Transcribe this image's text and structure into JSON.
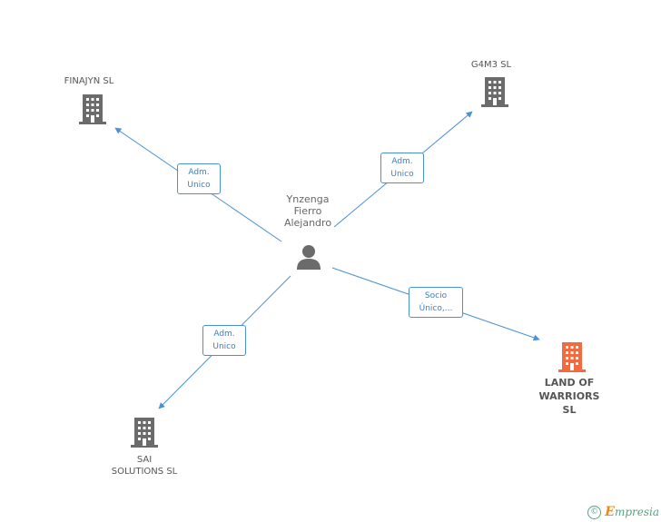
{
  "person": {
    "name_lines": [
      "Ynzenga",
      "Fierro",
      "Alejandro"
    ]
  },
  "companies": {
    "finajyn": {
      "name": "FINAJYN SL"
    },
    "g4m3": {
      "name": "G4M3 SL"
    },
    "sai": {
      "name_lines": [
        "SAI",
        "SOLUTIONS SL"
      ]
    },
    "land": {
      "name_lines": [
        "LAND OF",
        "WARRIORS",
        "SL"
      ]
    }
  },
  "relations": {
    "finajyn": [
      "Adm.",
      "Unico"
    ],
    "g4m3": [
      "Adm.",
      "Unico"
    ],
    "sai": [
      "Adm.",
      "Unico"
    ],
    "land": [
      "Socio",
      "Único,..."
    ]
  },
  "footer": {
    "copyright": "©",
    "brand_initial": "E",
    "brand_rest": "mpresia"
  },
  "colors": {
    "edge": "#4a90d9",
    "building": "#6b6b6b",
    "focus_building": "#f26a3d",
    "person": "#6b6b6b",
    "brand": "#5aa080"
  }
}
